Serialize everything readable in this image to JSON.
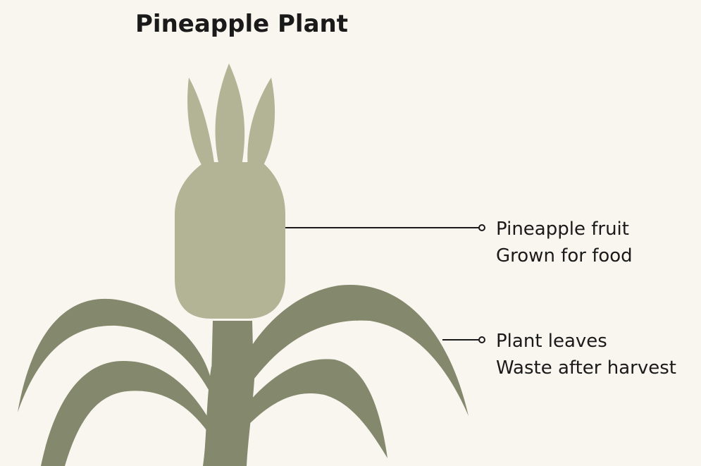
{
  "title": "Pineapple Plant",
  "colors": {
    "background": "#f9f5ef",
    "fruit": "#b3b396",
    "leaves": "#84886c",
    "callout_line": "#1a1a1a"
  },
  "callouts": [
    {
      "name": "Pineapple fruit",
      "description": "Grown for food"
    },
    {
      "name": "Plant leaves",
      "description": "Waste after harvest"
    }
  ]
}
